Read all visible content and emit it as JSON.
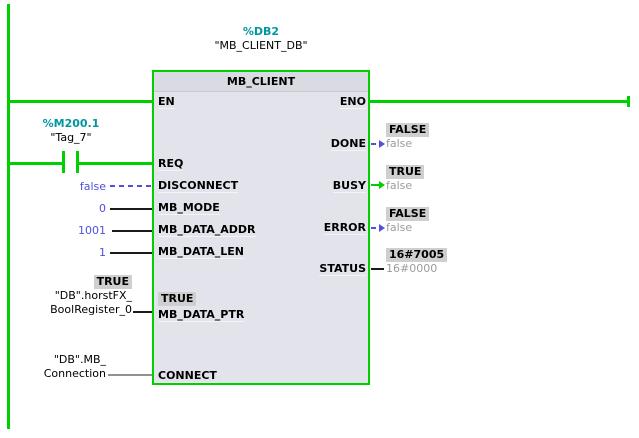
{
  "editor": {
    "language": "LAD",
    "call_header": {
      "db_address": "%DB2",
      "db_name": "\"MB_CLIENT_DB\"",
      "instruction_title": "MB_CLIENT"
    }
  },
  "contact": {
    "address": "%M200.1",
    "tag": "\"Tag_7\""
  },
  "pins": {
    "inputs": [
      {
        "name": "EN"
      },
      {
        "name": "REQ"
      },
      {
        "name": "DISCONNECT",
        "value": "false"
      },
      {
        "name": "MB_MODE",
        "value": "0"
      },
      {
        "name": "MB_DATA_ADDR",
        "value": "1001"
      },
      {
        "name": "MB_DATA_LEN",
        "value": "1"
      },
      {
        "name": "MB_DATA_PTR",
        "inline_monitor": "TRUE",
        "operand_monitor": "TRUE",
        "operand_line1": "\"DB\".horstFX_",
        "operand_line2": "BoolRegister_0"
      },
      {
        "name": "CONNECT",
        "operand_line1": "\"DB\".MB_",
        "operand_line2": "Connection"
      }
    ],
    "outputs": [
      {
        "name": "ENO"
      },
      {
        "name": "DONE",
        "monitor_value": "FALSE",
        "monitor_state": "false"
      },
      {
        "name": "BUSY",
        "monitor_value": "TRUE",
        "monitor_state": "false"
      },
      {
        "name": "ERROR",
        "monitor_value": "FALSE",
        "monitor_state": "false"
      },
      {
        "name": "STATUS",
        "monitor_value": "16#7005",
        "monitor_state": "16#0000"
      }
    ]
  },
  "colors": {
    "power_flow_green": "#00cf00",
    "constant_blue": "#5050e0",
    "operand_teal": "#0097a0",
    "monitor_gray": "#9c9c9c",
    "badge_background": "#cfcfcf",
    "block_body": "#e3e3eb",
    "block_title": "#dadae2"
  }
}
